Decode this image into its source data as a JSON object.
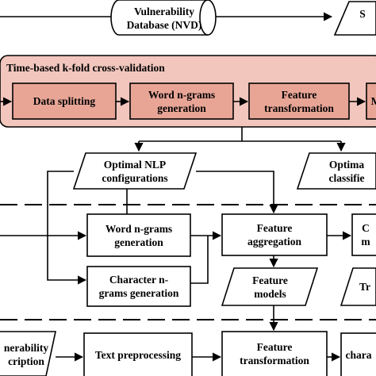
{
  "diagram": {
    "top_database": "Vulnerability\nDatabase (NVD)",
    "top_right_partial": "S",
    "cv_title": "Time-based k-fold cross-validation",
    "cv_steps": [
      "Data splitting",
      "Word n-grams\ngeneration",
      "Feature\ntransformation",
      "M"
    ],
    "optimal_nlp": "Optimal NLP\nconfigurations",
    "optimal_classifier": "Optima\nclassifie",
    "word_ngrams": "Word n-grams\ngeneration",
    "char_ngrams": "Character n-\ngrams generation",
    "feature_aggregation": "Feature\naggregation",
    "feature_models": "Feature\nmodels",
    "right_partial_c": "C\nm",
    "right_partial_t": "Tr",
    "bottom_left_partial": "nerability\ncription",
    "text_preprocessing": "Text preprocessing",
    "feature_transformation_bottom": "Feature\ntransformation",
    "bottom_right_partial": "chara"
  },
  "colors": {
    "cv_fill": "#f2c6bd",
    "cv_step_fill": "#e8a596",
    "stroke": "#000000"
  }
}
